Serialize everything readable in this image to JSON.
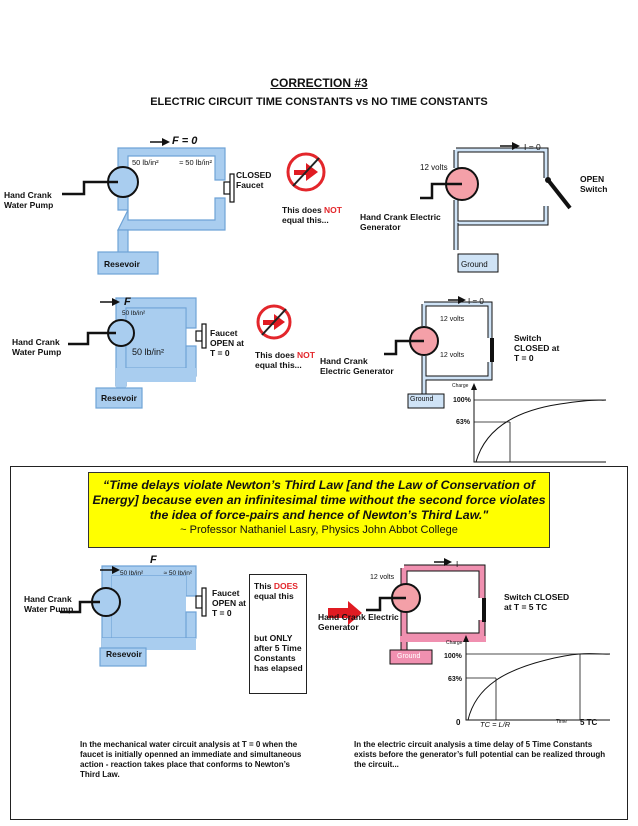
{
  "header": {
    "title": "CORRECTION #3",
    "subtitle": "ELECTRIC CIRCUIT TIME CONSTANTS vs NO TIME CONSTANTS"
  },
  "panel1": {
    "force": "F = 0",
    "pressure_left": "50 lb/in²",
    "pressure_right": "≈ 50 lb/in²",
    "pump": "Hand Crank Water Pump",
    "faucet": "CLOSED Faucet",
    "reservoir": "Resevoir",
    "not_equal": "This does NOT equal this...",
    "volts": "12 volts",
    "current": "I = 0",
    "switch": "OPEN Switch",
    "generator": "Hand Crank Electric Generator",
    "ground": "Ground"
  },
  "panel2": {
    "force": "F",
    "pressure_top": "50 lb/in²",
    "pressure_main": "50 lb/in²",
    "pump": "Hand Crank Water Pump",
    "faucet": "Faucet OPEN at T = 0",
    "reservoir": "Resevoir",
    "not_equal": "This does NOT equal this...",
    "volts_top": "12 volts",
    "volts_bottom": "12 volts",
    "current": "I = 0",
    "switch": "Switch CLOSED at T = 0",
    "generator": "Hand Crank Electric Generator",
    "ground": "Ground",
    "graph_ylabel": "Charge",
    "graph_100": "100%",
    "graph_63": "63%"
  },
  "quote": {
    "text": "“Time delays violate Newton’s Third Law [and the Law of Conservation of Energy] because even an infinitesimal time without the second force violates the idea of force-pairs and hence of Newton’s Third Law.\"",
    "attribution": "~ Professor Nathaniel Lasry, Physics John Abbot College"
  },
  "panel3": {
    "force": "F",
    "pressure_top": "50 lb/in²",
    "pressure_right": "≈ 50 lb/in²",
    "pump": "Hand Crank Water Pump",
    "faucet": "Faucet OPEN at T = 0",
    "reservoir": "Resevoir",
    "does_equal_a": "This",
    "does_equal_b": "DOES",
    "does_equal_c": "equal this",
    "only_after": "but ONLY after 5 Time Constants has elapsed",
    "volts": "12 volts",
    "current": "I",
    "switch": "Switch CLOSED at T = 5 TC",
    "generator": "Hand Crank Electric Generator",
    "ground": "Ground",
    "graph_ylabel": "Charge",
    "graph_100": "100%",
    "graph_63": "63%",
    "graph_zero": "0",
    "graph_tc": "TC = L/R",
    "graph_xlabel": "Time",
    "graph_5tc": "5 TC",
    "note_left": "In the mechanical water circuit analysis at T = 0 when the faucet is initially openned an immediate and simultaneous action - reaction takes place that conforms to Newton’s Third Law.",
    "note_right": "In the electric circuit analysis a time delay of 5 Time Constants exists before the generator’s full potential can be realized through the circuit..."
  },
  "colors": {
    "water": "#a9cdef",
    "water_stroke": "#6fa3d6",
    "generator": "#f4a0a8",
    "current_pipe": "#f090b0",
    "quote_bg": "#ffff00",
    "no_sign": "#e3262b",
    "arrow": "#e01b22",
    "emphasis": "#e3262b"
  }
}
